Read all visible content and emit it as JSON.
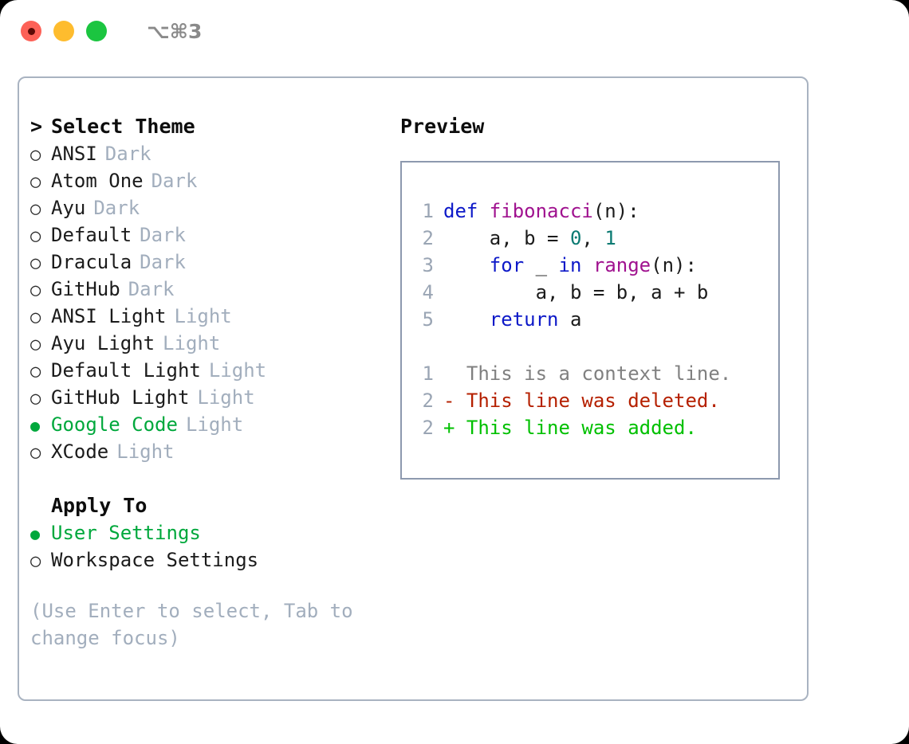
{
  "titlebar": {
    "shortcut": "⌥⌘3",
    "controls": [
      {
        "name": "close",
        "color": "#fd6157"
      },
      {
        "name": "minimize",
        "color": "#febc2e"
      },
      {
        "name": "maximize",
        "color": "#1bc540"
      }
    ]
  },
  "theme_section": {
    "caret": ">",
    "title": "Select Theme",
    "bullet_unselected": "○",
    "bullet_selected": "●",
    "items": [
      {
        "label": "ANSI",
        "tag": "Dark",
        "selected": false
      },
      {
        "label": "Atom One",
        "tag": "Dark",
        "selected": false
      },
      {
        "label": "Ayu",
        "tag": "Dark",
        "selected": false
      },
      {
        "label": "Default",
        "tag": "Dark",
        "selected": false
      },
      {
        "label": "Dracula",
        "tag": "Dark",
        "selected": false
      },
      {
        "label": "GitHub",
        "tag": "Dark",
        "selected": false
      },
      {
        "label": "ANSI Light",
        "tag": "Light",
        "selected": false
      },
      {
        "label": "Ayu Light",
        "tag": "Light",
        "selected": false
      },
      {
        "label": "Default Light",
        "tag": "Light",
        "selected": false
      },
      {
        "label": "GitHub Light",
        "tag": "Light",
        "selected": false
      },
      {
        "label": "Google Code",
        "tag": "Light",
        "selected": true
      },
      {
        "label": "XCode",
        "tag": "Light",
        "selected": false
      }
    ]
  },
  "apply_section": {
    "title": "Apply To",
    "items": [
      {
        "label": "User Settings",
        "selected": true
      },
      {
        "label": "Workspace Settings",
        "selected": false
      }
    ]
  },
  "hint": "(Use Enter to select, Tab to change focus)",
  "preview": {
    "title": "Preview",
    "code_lines": [
      {
        "num": "1",
        "tokens": [
          {
            "t": "def ",
            "c": "kw"
          },
          {
            "t": "fibonacci",
            "c": "fn"
          },
          {
            "t": "(n):",
            "c": "plain"
          }
        ]
      },
      {
        "num": "2",
        "tokens": [
          {
            "t": "    a, b = ",
            "c": "plain"
          },
          {
            "t": "0",
            "c": "num"
          },
          {
            "t": ", ",
            "c": "plain"
          },
          {
            "t": "1",
            "c": "num"
          }
        ]
      },
      {
        "num": "3",
        "tokens": [
          {
            "t": "    ",
            "c": "plain"
          },
          {
            "t": "for",
            "c": "kw"
          },
          {
            "t": " _ ",
            "c": "plain"
          },
          {
            "t": "in",
            "c": "kw"
          },
          {
            "t": " ",
            "c": "plain"
          },
          {
            "t": "range",
            "c": "fn"
          },
          {
            "t": "(n):",
            "c": "plain"
          }
        ]
      },
      {
        "num": "4",
        "tokens": [
          {
            "t": "        a, b = b, a + b",
            "c": "plain"
          }
        ]
      },
      {
        "num": "5",
        "tokens": [
          {
            "t": "    ",
            "c": "plain"
          },
          {
            "t": "return",
            "c": "kw"
          },
          {
            "t": " a",
            "c": "plain"
          }
        ]
      }
    ],
    "diff_lines": [
      {
        "num": "1",
        "marker": " ",
        "text": " This is a context line.",
        "kind": "ctx"
      },
      {
        "num": "2",
        "marker": "-",
        "text": " This line was deleted.",
        "kind": "del"
      },
      {
        "num": "2",
        "marker": "+",
        "text": " This line was added.",
        "kind": "add"
      }
    ]
  },
  "colors": {
    "accent_green": "#00a83c",
    "tag_gray": "#a2aebd",
    "border": "#a9b3c1",
    "preview_border": "#8d99ae",
    "keyword": "#0d19c8",
    "function": "#a0128f",
    "number": "#0b7a72",
    "diff_context": "#808080",
    "diff_deleted": "#b52000",
    "diff_added": "#00c000"
  }
}
